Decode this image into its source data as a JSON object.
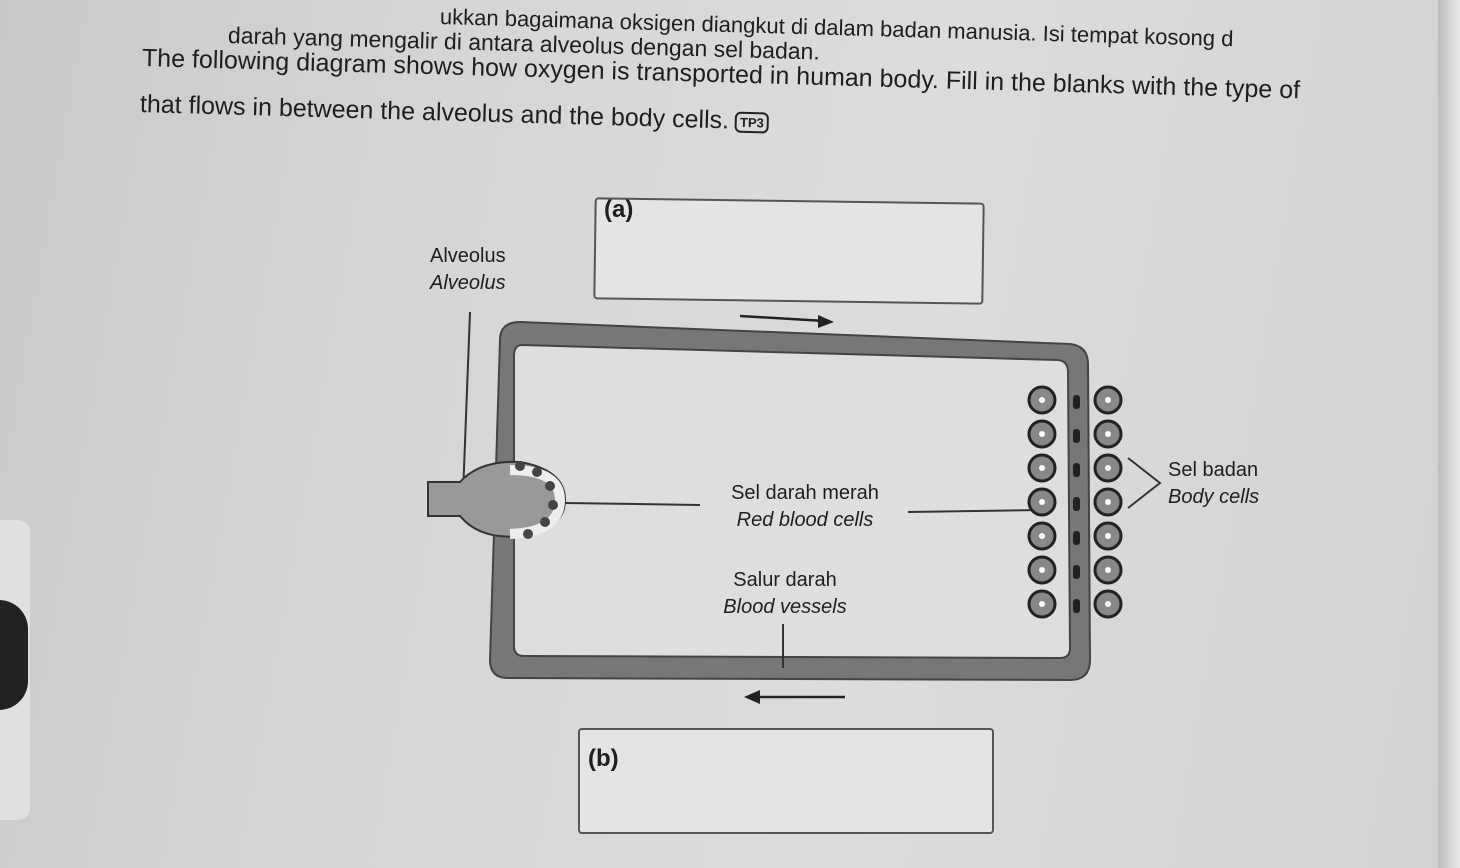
{
  "question": {
    "line1_malay": "ukkan bagaimana oksigen diangkut di dalam badan manusia. Isi tempat kosong d",
    "line2_malay": "darah yang mengalir di antara alveolus dengan sel badan.",
    "line3_english": "The following diagram shows how oxygen is transported in human body. Fill in the blanks with the type of",
    "line4_english": "that flows in between the alveolus and the body cells.",
    "badge": "TP3"
  },
  "diagram": {
    "alveolus_malay": "Alveolus",
    "alveolus_english": "Alveolus",
    "rbc_malay": "Sel darah merah",
    "rbc_english": "Red blood cells",
    "vessel_malay": "Salur darah",
    "vessel_english": "Blood vessels",
    "body_malay": "Sel badan",
    "body_english": "Body cells",
    "blank_a_label": "(a)",
    "blank_b_label": "(b)",
    "flow_top": "right",
    "flow_bottom": "left"
  }
}
